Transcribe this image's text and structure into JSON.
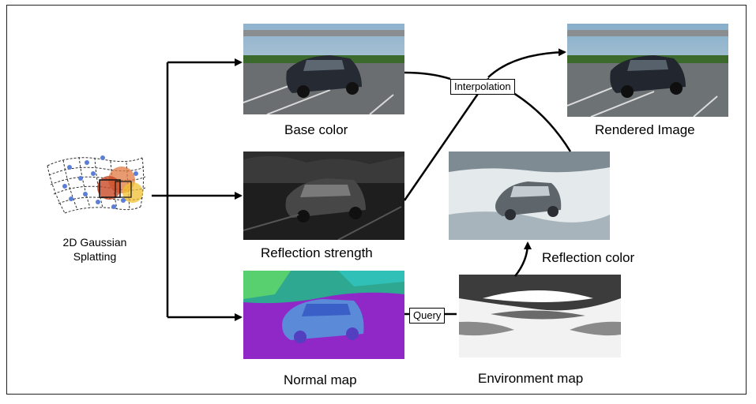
{
  "gaussian": {
    "label_line1": "2D Gaussian",
    "label_line2": "Splatting"
  },
  "panels": {
    "base_color": "Base color",
    "reflection_strength": "Reflection strength",
    "normal_map": "Normal map",
    "environment_map": "Environment map",
    "reflection_color": "Reflection color",
    "rendered_image": "Rendered Image"
  },
  "tags": {
    "interpolation": "Interpolation",
    "query": "Query"
  }
}
